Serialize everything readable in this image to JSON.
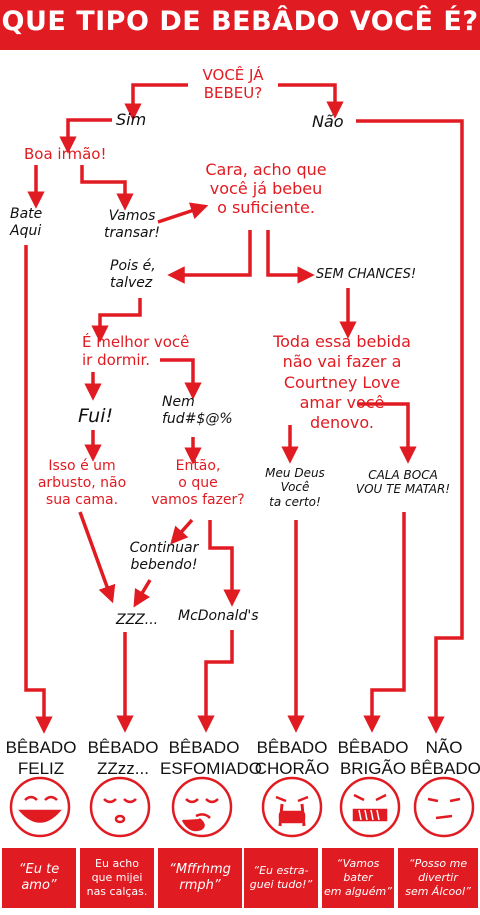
{
  "title": "QUE TIPO DE BEBÂDO VOCÊ É?",
  "colors": {
    "accent": "#e11b22",
    "text": "#111111",
    "background": "#ffffff"
  },
  "nodes": {
    "q_drank": "VOCÊ JÁ\nBEBEU?",
    "sim": "Sim",
    "nao": "Não",
    "boa_irmao": "Boa irmão!",
    "bate_aqui": "Bate\nAqui",
    "vamos_transar": "Vamos\ntransar!",
    "cara_acho": "Cara, acho que\nvocê já bebeu\no suficiente.",
    "pois_e": "Pois é,\ntalvez",
    "sem_chances": "SEM CHANCES!",
    "melhor_dormir": "É melhor você\nir dormir.",
    "toda_bebida": "Toda essa bebida\nnão vai fazer a\nCourtney Love\namar você\ndenovo.",
    "fui": "Fui!",
    "nem_fud": "Nem\nfud#$@%",
    "arbusto": "Isso é um\narbusto, não\nsua cama.",
    "entao": "Então,\no que\nvamos fazer?",
    "meu_deus": "Meu Deus\nVocê\nta certo!",
    "cala_boca": "CALA BOCA\nVOU TE MATAR!",
    "continuar": "Continuar\nbebendo!",
    "zzz": "ZZZ...",
    "mcdonalds": "McDonald's"
  },
  "results": [
    {
      "label": "BÊBADO\nFELIZ",
      "face": "happy-face-icon",
      "quote": "“Eu te\namo”"
    },
    {
      "label": "BÊBADO\nZZzz...",
      "face": "sleepy-face-icon",
      "quote": "Eu acho\nque mijei\nnas calças."
    },
    {
      "label": "BÊBADO\nESFOMIADO",
      "face": "hungry-face-icon",
      "quote": "“Mffrhmg\nrmph”"
    },
    {
      "label": "BÊBADO\nCHORÃO",
      "face": "crying-face-icon",
      "quote": "“Eu estra-\nguei tudo!”"
    },
    {
      "label": "BÊBADO\nBRIGÃO",
      "face": "angry-face-icon",
      "quote": "“Vamos\nbater\nem alguém”"
    },
    {
      "label": "NÃO\nBÊBADO",
      "face": "sober-face-icon",
      "quote": "“Posso me\ndivertir\nsem Álcool”"
    }
  ]
}
